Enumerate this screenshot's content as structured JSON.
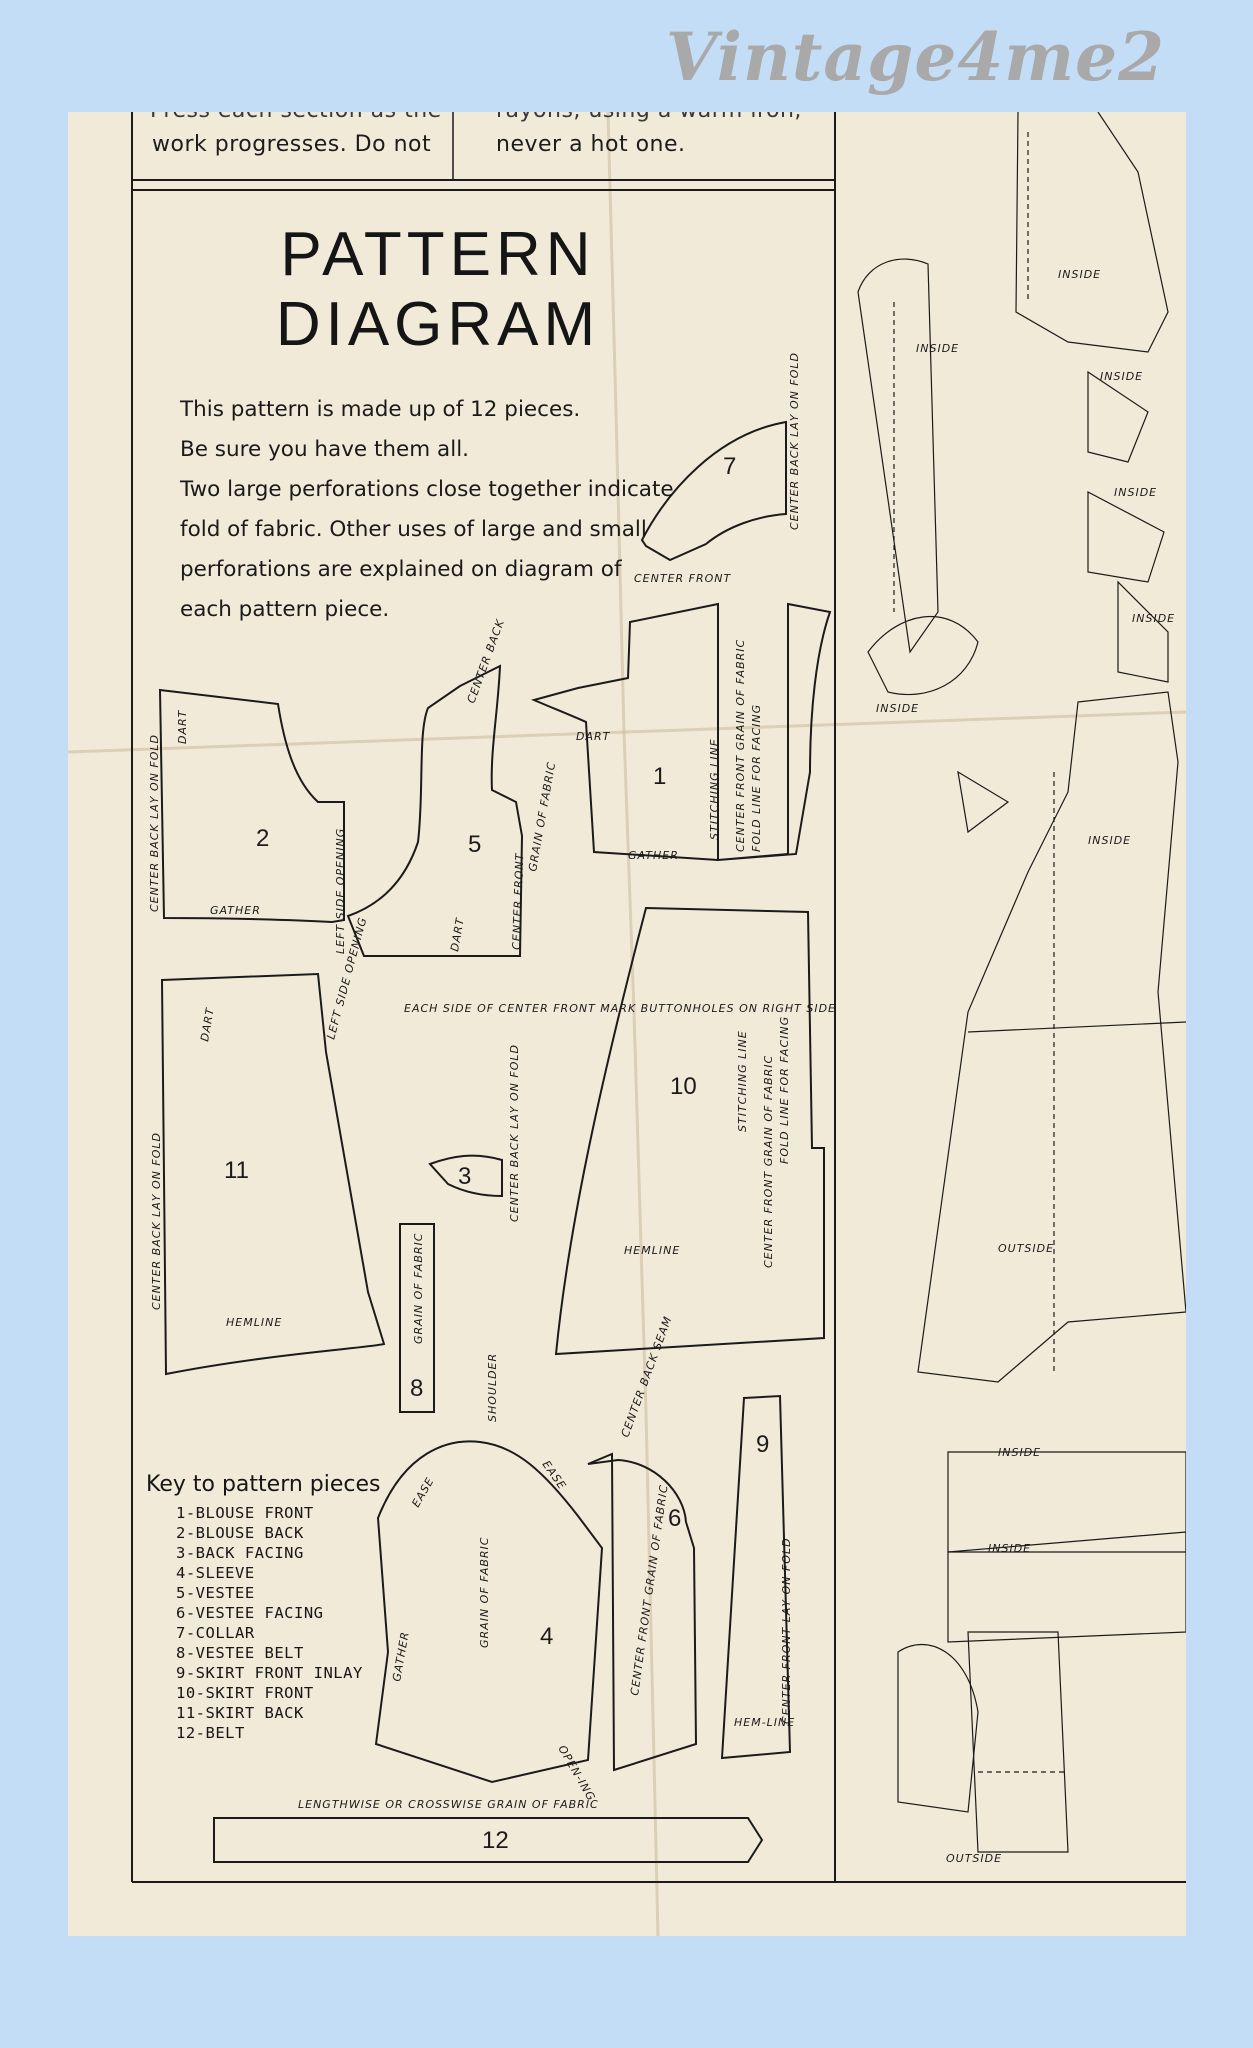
{
  "watermark": "Vintage4me2",
  "top_fragments": {
    "left_line1": "Press each section as the",
    "left_line2": "work progresses.  Do not",
    "right_line1": "rayons, using a warm iron,",
    "right_line2": "never a hot one."
  },
  "title": "PATTERN DIAGRAM",
  "intro": [
    "This pattern is made up of 12 pieces.",
    "Be sure you have them all.",
    "Two large perforations close together indicate fold of fabric.  Other uses of large and small perforations are explained on diagram of each pattern piece."
  ],
  "pieces": {
    "p1": {
      "number": "1",
      "stitching": "STITCHING LINE",
      "grain": "CENTER FRONT GRAIN OF FABRIC",
      "fold": "FOLD LINE FOR FACING",
      "dart": "DART",
      "gather": "GATHER"
    },
    "p2": {
      "number": "2",
      "dart": "DART",
      "center": "CENTER BACK LAY ON FOLD",
      "gather": "GATHER",
      "opening": "LEFT SIDE OPENING"
    },
    "p3": {
      "number": "3",
      "center": "CENTER BACK LAY ON FOLD"
    },
    "p4": {
      "number": "4",
      "shoulder": "SHOULDER",
      "ease_left": "EASE",
      "ease_right": "EASE",
      "grain": "GRAIN OF FABRIC",
      "gather": "GATHER",
      "opening": "OPEN-ING"
    },
    "p5": {
      "number": "5",
      "center_back": "CENTER BACK",
      "grain": "GRAIN OF FABRIC",
      "center_front": "CENTER FRONT",
      "dart": "DART",
      "note": "EACH SIDE OF CENTER FRONT MARK BUTTONHOLES ON RIGHT SIDE"
    },
    "p6": {
      "number": "6",
      "seam": "CENTER BACK SEAM",
      "grain": "CENTER FRONT GRAIN OF FABRIC"
    },
    "p7": {
      "number": "7",
      "back": "CENTER BACK LAY ON FOLD",
      "front": "CENTER FRONT"
    },
    "p8": {
      "number": "8",
      "grain": "GRAIN OF FABRIC"
    },
    "p9": {
      "number": "9",
      "fold": "CENTER FRONT LAY ON FOLD",
      "hem": "HEM-LINE"
    },
    "p10": {
      "number": "10",
      "stitching": "STITCHING LINE",
      "grain": "CENTER FRONT GRAIN OF FABRIC",
      "fold": "FOLD LINE FOR FACING",
      "hem": "HEMLINE"
    },
    "p11": {
      "number": "11",
      "dart": "DART",
      "center": "CENTER BACK LAY ON FOLD",
      "opening": "LEFT SIDE OPENING",
      "hem": "HEMLINE"
    },
    "p12": {
      "number": "12",
      "grain": "LENGTHWISE OR CROSSWISE GRAIN OF FABRIC"
    }
  },
  "key": {
    "heading": "Key to pattern pieces",
    "items": [
      "1-BLOUSE FRONT",
      "2-BLOUSE BACK",
      "3-BACK FACING",
      "4-SLEEVE",
      "5-VESTEE",
      "6-VESTEE FACING",
      "7-COLLAR",
      "8-VESTEE BELT",
      "9-SKIRT FRONT INLAY",
      "10-SKIRT FRONT",
      "11-SKIRT BACK",
      "12-BELT"
    ]
  },
  "illustrations": {
    "inside_1": "INSIDE",
    "inside_2": "INSIDE",
    "inside_3": "INSIDE",
    "inside_4": "INSIDE",
    "inside_5": "INSIDE",
    "inside_6": "INSIDE",
    "inside_7": "INSIDE",
    "inside_8": "INSIDE",
    "inside_9": "INSIDE",
    "outside_1": "OUTSIDE",
    "outside_2": "OUTSIDE"
  }
}
